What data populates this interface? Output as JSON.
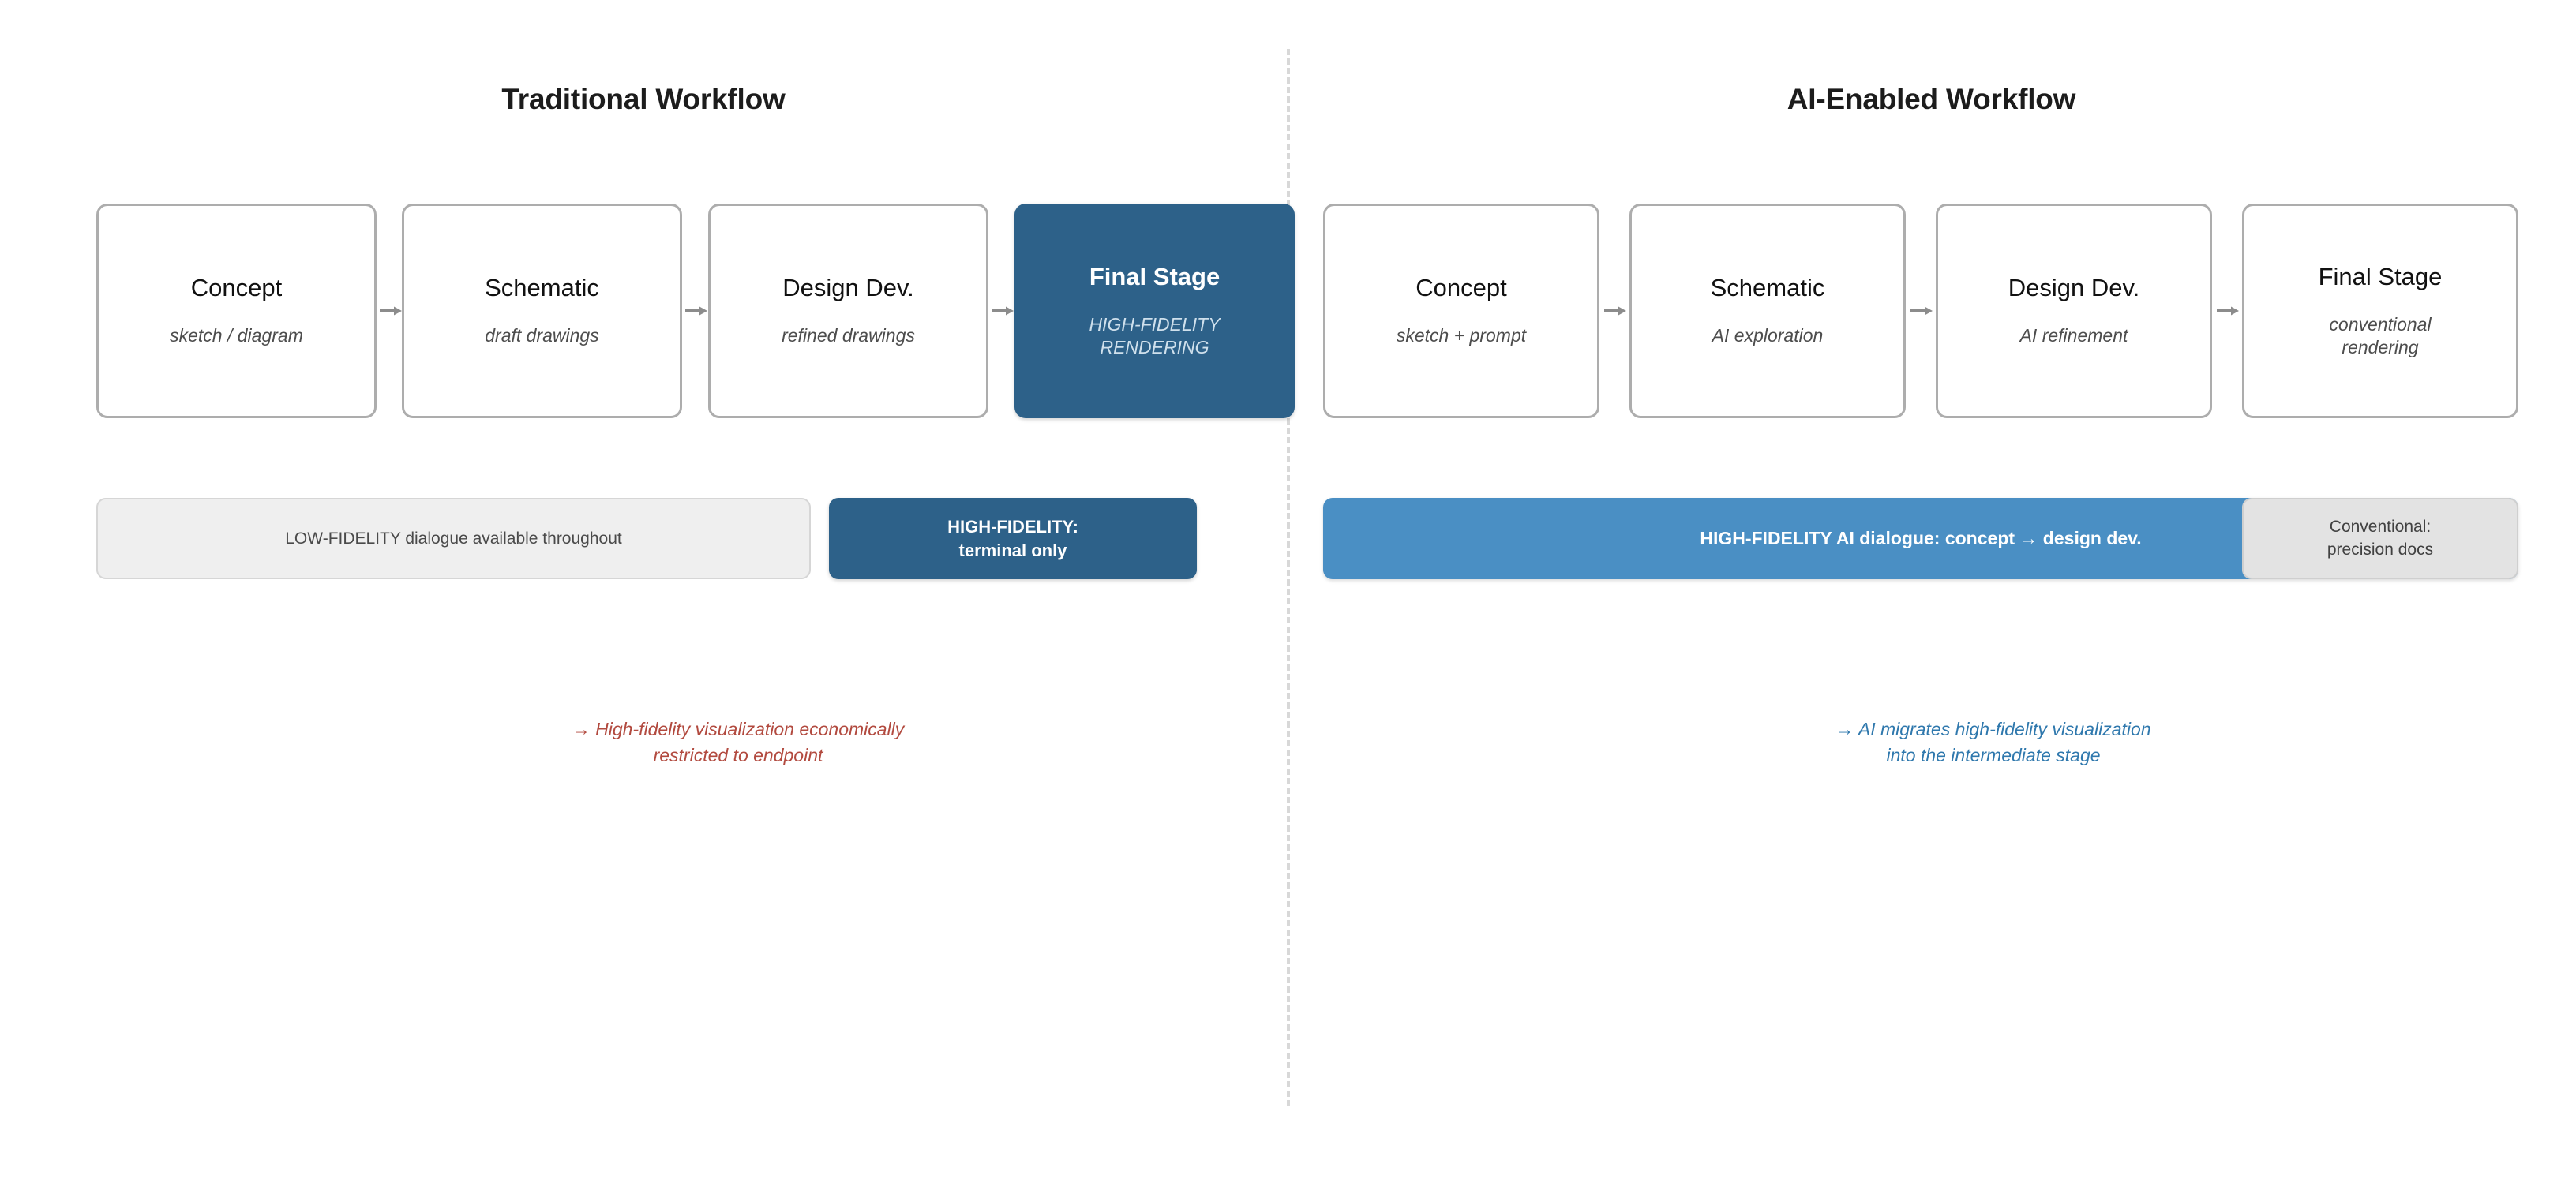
{
  "diagram": {
    "title_left": "Traditional Workflow",
    "title_right": "AI-Enabled Workflow",
    "arrow_glyph": "→"
  },
  "traditional": {
    "stages": [
      {
        "name": "Concept",
        "detail": "sketch / diagram"
      },
      {
        "name": "Schematic",
        "detail": "draft drawings"
      },
      {
        "name": "Design Dev.",
        "detail": "refined drawings"
      },
      {
        "name": "Final Stage",
        "detail": "HIGH-FIDELITY\nRENDERING",
        "highlight": true
      }
    ],
    "bars": [
      {
        "label": "LOW-FIDELITY dialogue available throughout",
        "style": "lowfi"
      },
      {
        "label": "HIGH-FIDELITY:\nterminal only",
        "style": "hifi-dark"
      }
    ],
    "caption": "→ High-fidelity visualization economically\nrestricted to endpoint"
  },
  "ai_enabled": {
    "stages": [
      {
        "name": "Concept",
        "detail": "sketch + prompt"
      },
      {
        "name": "Schematic",
        "detail": "AI exploration"
      },
      {
        "name": "Design Dev.",
        "detail": "AI refinement"
      },
      {
        "name": "Final Stage",
        "detail": "conventional\nrendering"
      }
    ],
    "bars": [
      {
        "label": "HIGH-FIDELITY AI dialogue: concept → design dev.",
        "style": "hifi-light"
      },
      {
        "label": "Conventional:\nprecision docs",
        "style": "conventional"
      }
    ],
    "caption": "→ AI migrates high-fidelity visualization\ninto the intermediate stage"
  },
  "colors": {
    "accent_dark_blue": "#2d6189",
    "accent_light_blue": "#4a8fc4",
    "box_border_gray": "#adadad",
    "bar_gray": "#efefef",
    "bar_gray_dark": "#e3e3e3",
    "caption_red": "#b24a3f",
    "caption_blue": "#2f78ad",
    "divider_gray": "#d8d8d8",
    "arrow_gray": "#8c8c8c"
  }
}
